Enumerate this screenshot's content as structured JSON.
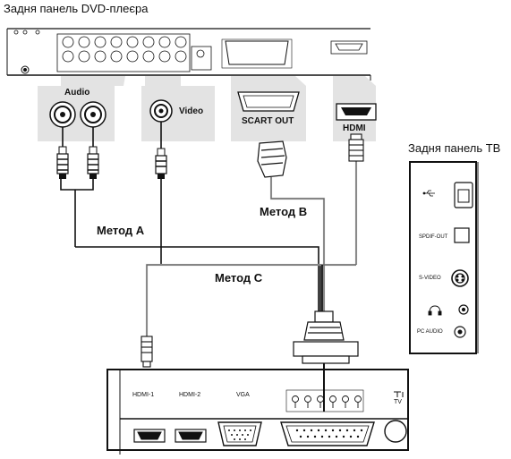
{
  "titles": {
    "dvd_panel": "Задня панель DVD-плеєра",
    "tv_panel": "Задня панель ТВ"
  },
  "callouts": {
    "audio": "Audio",
    "video": "Video",
    "scart_out": "SCART OUT",
    "hdmi": "HDMI"
  },
  "methods": {
    "a": "Метод A",
    "b": "Метод B",
    "c": "Метод C"
  },
  "tv_side_panel": {
    "spdif_out": "SPDIF-OUT",
    "s_video": "S-VIDEO",
    "pc_audio": "PC AUDIO"
  },
  "tv_bottom_panel": {
    "hdmi1": "HDMI-1",
    "hdmi2": "HDMI-2",
    "vga": "VGA",
    "tv": "TV"
  },
  "colors": {
    "callout_fill": "#e3e3e3",
    "cable_black": "#111111",
    "cable_gray": "#b5b5b5"
  },
  "icons": [
    "usb-icon",
    "headphone-icon",
    "antenna-icon"
  ]
}
